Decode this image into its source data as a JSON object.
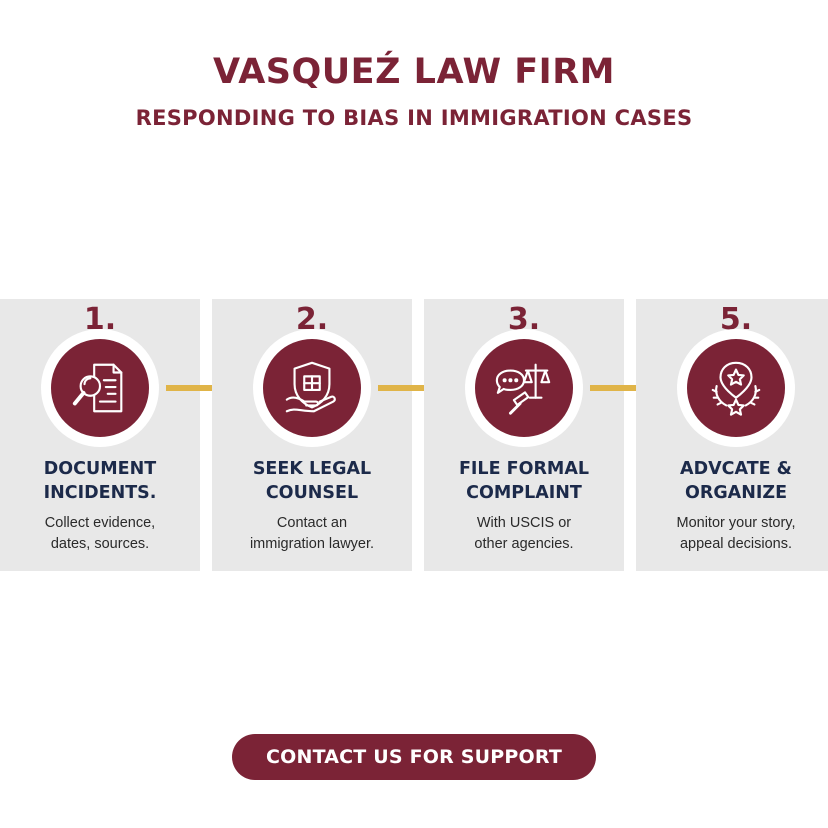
{
  "header": {
    "title": "VASQUEŹ LAW FIRM",
    "subtitle": "RESPONDING TO BIAS IN IMMIGRATION CASES"
  },
  "steps": [
    {
      "number": "1.",
      "title_lines": [
        "DOCUMENT",
        "INCIDENTS."
      ],
      "desc_lines": [
        "Collect evidence,",
        "dates, sources."
      ],
      "icon": "document-search-icon"
    },
    {
      "number": "2.",
      "title_lines": [
        "SEEK LEGAL",
        "COUNSEL"
      ],
      "desc_lines": [
        "Contact an",
        "immigration lawyer."
      ],
      "icon": "shield-hand-icon"
    },
    {
      "number": "3.",
      "title_lines": [
        "FILE FORMAL",
        "COMPLAINT"
      ],
      "desc_lines": [
        "With USCIS or",
        "other agencies."
      ],
      "icon": "scales-gavel-icon"
    },
    {
      "number": "5.",
      "title_lines": [
        "ADVCATE &",
        "ORGANIZE"
      ],
      "desc_lines": [
        "Monitor your story,",
        "appeal decisions."
      ],
      "icon": "star-laurel-icon"
    }
  ],
  "cta": {
    "label": "CONTACT US FOR SUPPORT"
  },
  "colors": {
    "accent": "#7b2336",
    "heading_text": "#1c2a4a",
    "card_bg": "#e8e8e8",
    "arrow": "#e0b448"
  }
}
